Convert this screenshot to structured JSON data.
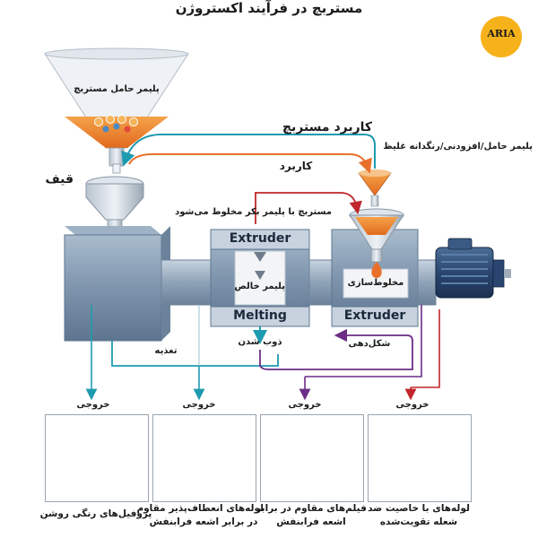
{
  "title": "مستربچ در فرآیند اکستروژن",
  "logo_text": "ARIA",
  "hopper_label": "پلیمر حامل مستربچ",
  "funnel_label": "قیف",
  "usage_label": "کاربرد مستربچ",
  "usage_sub_label": "کاربرد",
  "additive_label": "پلیمر حامل/افزودنی/رنگدانه غلیظ",
  "mix_note": "مستربچ با پلیمر بکر مخلوط می‌شود",
  "extruder_top_label": "Extruder",
  "pure_polymer_label": "پلیمر خالص",
  "melting_label": "Melting",
  "mixing_label": "مخلوط‌سازی",
  "extruder_right_label": "Extruder",
  "melting_fa_label": "ذوب شدن",
  "shaping_label": "شکل‌دهی",
  "feeding_label": "تغذیه",
  "output_label": "خروجی",
  "outputs": [
    {
      "label": "خروجی",
      "caption": "پروفیل‌های رنگی روشن"
    },
    {
      "label": "خروجی",
      "caption_line1": "لوله‌های انعطاف‌پذیر مقاوم",
      "caption_line2": "در برابر اشعه فرابنفش"
    },
    {
      "label": "خروجی",
      "caption_line1": "فیلم‌های مقاوم در برابر",
      "caption_line2": "اشعه فرابنفش"
    },
    {
      "label": "خروجی",
      "caption_line1": "لوله‌های با خاصیت ضد",
      "caption_line2": "شعله تقویت‌شده"
    }
  ],
  "colors": {
    "teal": "#1f9bb0",
    "orange": "#e8702a",
    "red": "#c0262b",
    "purple": "#6b2d86",
    "navy": "#233a6b",
    "machine": "#7f95ad",
    "machine_dark": "#5d7590",
    "logo": "#f6b21a"
  }
}
